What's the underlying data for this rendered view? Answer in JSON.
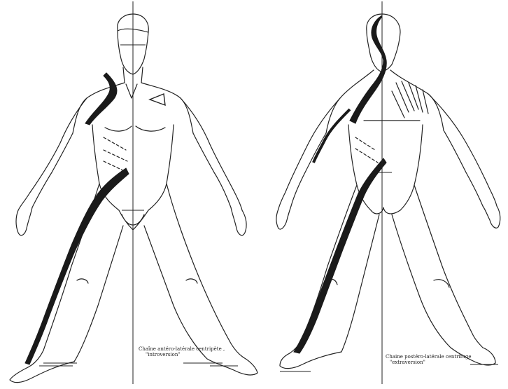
{
  "figures": [
    {
      "id": "anterior",
      "caption_line1": "Chaîne antéro-latérale centripète ,",
      "caption_line2": "\"introversion\""
    },
    {
      "id": "posterior",
      "caption_line1": "Chaine postéro-latérale centrifuge",
      "caption_line2": "\"extraversion\""
    }
  ],
  "colors": {
    "line": "#222222",
    "chain_fill": "#1a1a1a",
    "background": "#ffffff"
  }
}
